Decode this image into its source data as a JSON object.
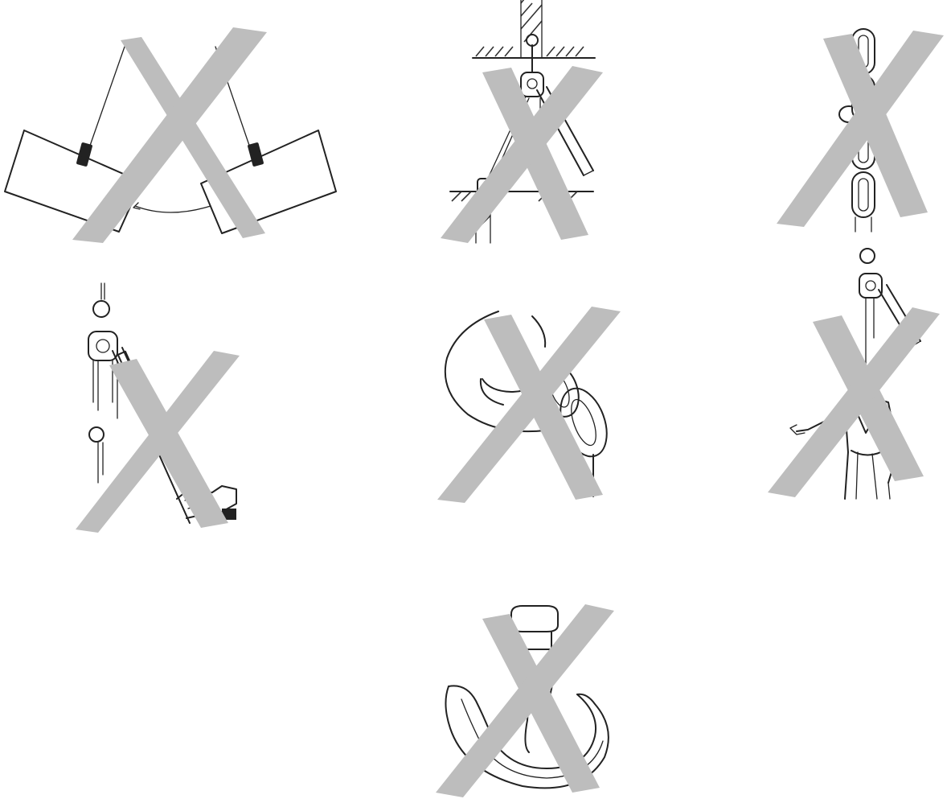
{
  "page": {
    "background": "#ffffff"
  },
  "colors": {
    "prohibition_mark": "#bdbdbd",
    "line_art": "#222222"
  },
  "figures": [
    {
      "id": "load-angle",
      "icon": "two-slings-spread-angle-illustration",
      "prohibited": true
    },
    {
      "id": "anchor-sideways-pull",
      "icon": "hoist-rigged-between-ceiling-and-floor-illustration",
      "prohibited": true
    },
    {
      "id": "twisted-chain",
      "icon": "knotted-twisted-chain-illustration",
      "prohibited": true
    },
    {
      "id": "lever-extension",
      "icon": "lever-hoist-handle-extension-illustration",
      "prohibited": true
    },
    {
      "id": "hook-tip-load",
      "icon": "chain-on-hook-tip-illustration",
      "prohibited": true
    },
    {
      "id": "lifting-person",
      "icon": "person-suspended-from-hoist-illustration",
      "prohibited": true
    },
    {
      "id": "deformed-hook",
      "icon": "opened-deformed-hook-illustration",
      "prohibited": true
    }
  ]
}
